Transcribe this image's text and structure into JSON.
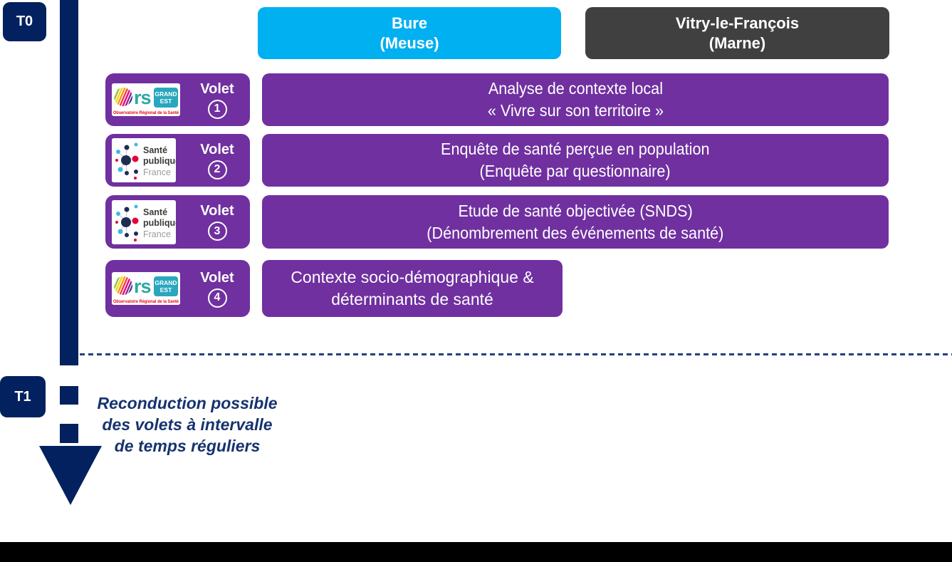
{
  "colors": {
    "navy": "#02215E",
    "divider_blue": "#24407E",
    "note_blue": "#16336F",
    "purple": "#7030A0",
    "bure_cyan": "#00B0F0",
    "vitry_gray": "#404040",
    "ors_teal": "#2CA9A4",
    "ors_region_teal": "#2AA7BE",
    "ors_caption_red": "#E30613",
    "spf_navy": "#1F2D53",
    "spf_pink": "#E4003A",
    "spf_lightblue": "#41B6E6"
  },
  "timeline": {
    "t0_label": "T0",
    "t1_label": "T1",
    "note_lines": [
      "Reconduction possible",
      "des volets à intervalle",
      "de temps réguliers"
    ]
  },
  "columns": {
    "bure": {
      "title": "Bure",
      "subtitle": "(Meuse)"
    },
    "vitry": {
      "title": "Vitry-le-François",
      "subtitle": "(Marne)"
    }
  },
  "rows": [
    {
      "logo": "ors-grand-est",
      "volet_label": "Volet",
      "volet_number": "1",
      "content_line1": "Analyse de contexte local",
      "content_line2": "« Vivre sur son territoire »",
      "span": "both-columns"
    },
    {
      "logo": "sante-publique-france",
      "volet_label": "Volet",
      "volet_number": "2",
      "content_line1": "Enquête de santé perçue en population",
      "content_line2": "(Enquête par questionnaire)",
      "span": "both-columns"
    },
    {
      "logo": "sante-publique-france",
      "volet_label": "Volet",
      "volet_number": "3",
      "content_line1": "Etude de santé objectivée (SNDS)",
      "content_line2": "(Dénombrement des événements de santé)",
      "span": "both-columns"
    },
    {
      "logo": "ors-grand-est",
      "volet_label": "Volet",
      "volet_number": "4",
      "content_line1": "Contexte socio-démographique &",
      "content_line2": "déterminants de santé",
      "span": "bure-column"
    }
  ],
  "logos": {
    "ors": {
      "acronym": "rs",
      "region_line1": "GRAND",
      "region_line2": "EST",
      "caption": "Observatoire Régional de la Santé"
    },
    "spf": {
      "line1": "Santé",
      "line2": "publique",
      "line3": "France"
    }
  }
}
